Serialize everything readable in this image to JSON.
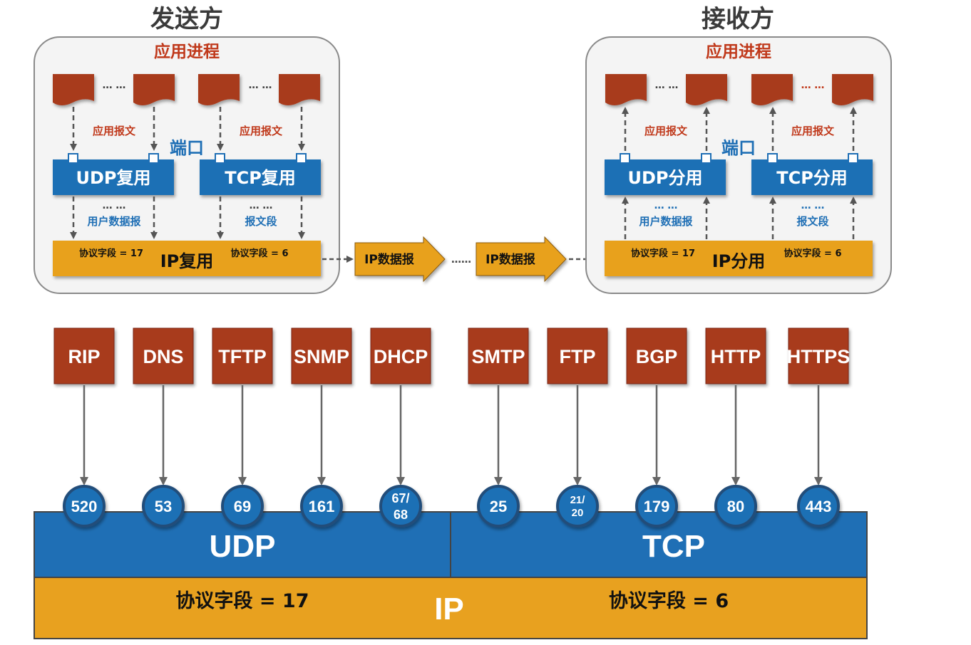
{
  "sender": {
    "title": "发送方",
    "process_label": "应用进程",
    "app_msg_label_left": "应用报文",
    "app_msg_label_right": "应用报文",
    "port_label": "端口",
    "udp_box": "UDP复用",
    "tcp_box": "TCP复用",
    "udp_unit": "用户数据报",
    "tcp_unit": "报文段",
    "ip_box": "IP复用",
    "ip_proto_udp": "协议字段 = 17",
    "ip_proto_tcp": "协议字段 = 6"
  },
  "receiver": {
    "title": "接收方",
    "process_label": "应用进程",
    "app_msg_label_left": "应用报文",
    "app_msg_label_right": "应用报文",
    "port_label": "端口",
    "udp_box": "UDP分用",
    "tcp_box": "TCP分用",
    "udp_unit": "用户数据报",
    "tcp_unit": "报文段",
    "ip_box": "IP分用",
    "ip_proto_udp": "协议字段 = 17",
    "ip_proto_tcp": "协议字段 = 6"
  },
  "transfer": {
    "datagram_1": "IP数据报",
    "datagram_2": "IP数据报",
    "ellipsis": "……"
  },
  "ellipsis_short": "… …",
  "protocols": [
    {
      "name": "RIP",
      "port": "520"
    },
    {
      "name": "DNS",
      "port": "53"
    },
    {
      "name": "TFTP",
      "port": "69"
    },
    {
      "name": "SNMP",
      "port": "161"
    },
    {
      "name": "DHCP",
      "port_line1": "67/",
      "port_line2": "68"
    },
    {
      "name": "SMTP",
      "port": "25"
    },
    {
      "name": "FTP",
      "port_line1": "21/",
      "port_line2": "20"
    },
    {
      "name": "BGP",
      "port": "179"
    },
    {
      "name": "HTTP",
      "port": "80"
    },
    {
      "name": "HTTPS",
      "port": "443"
    }
  ],
  "bottom": {
    "udp": "UDP",
    "tcp": "TCP",
    "ip": "IP",
    "proto_udp": "协议字段 = 17",
    "proto_tcp": "协议字段 = 6"
  },
  "colors": {
    "blue": "#1f6fb5",
    "orange": "#e8a11f",
    "red": "#a83a1f",
    "dark_circle": "#214d7a"
  }
}
